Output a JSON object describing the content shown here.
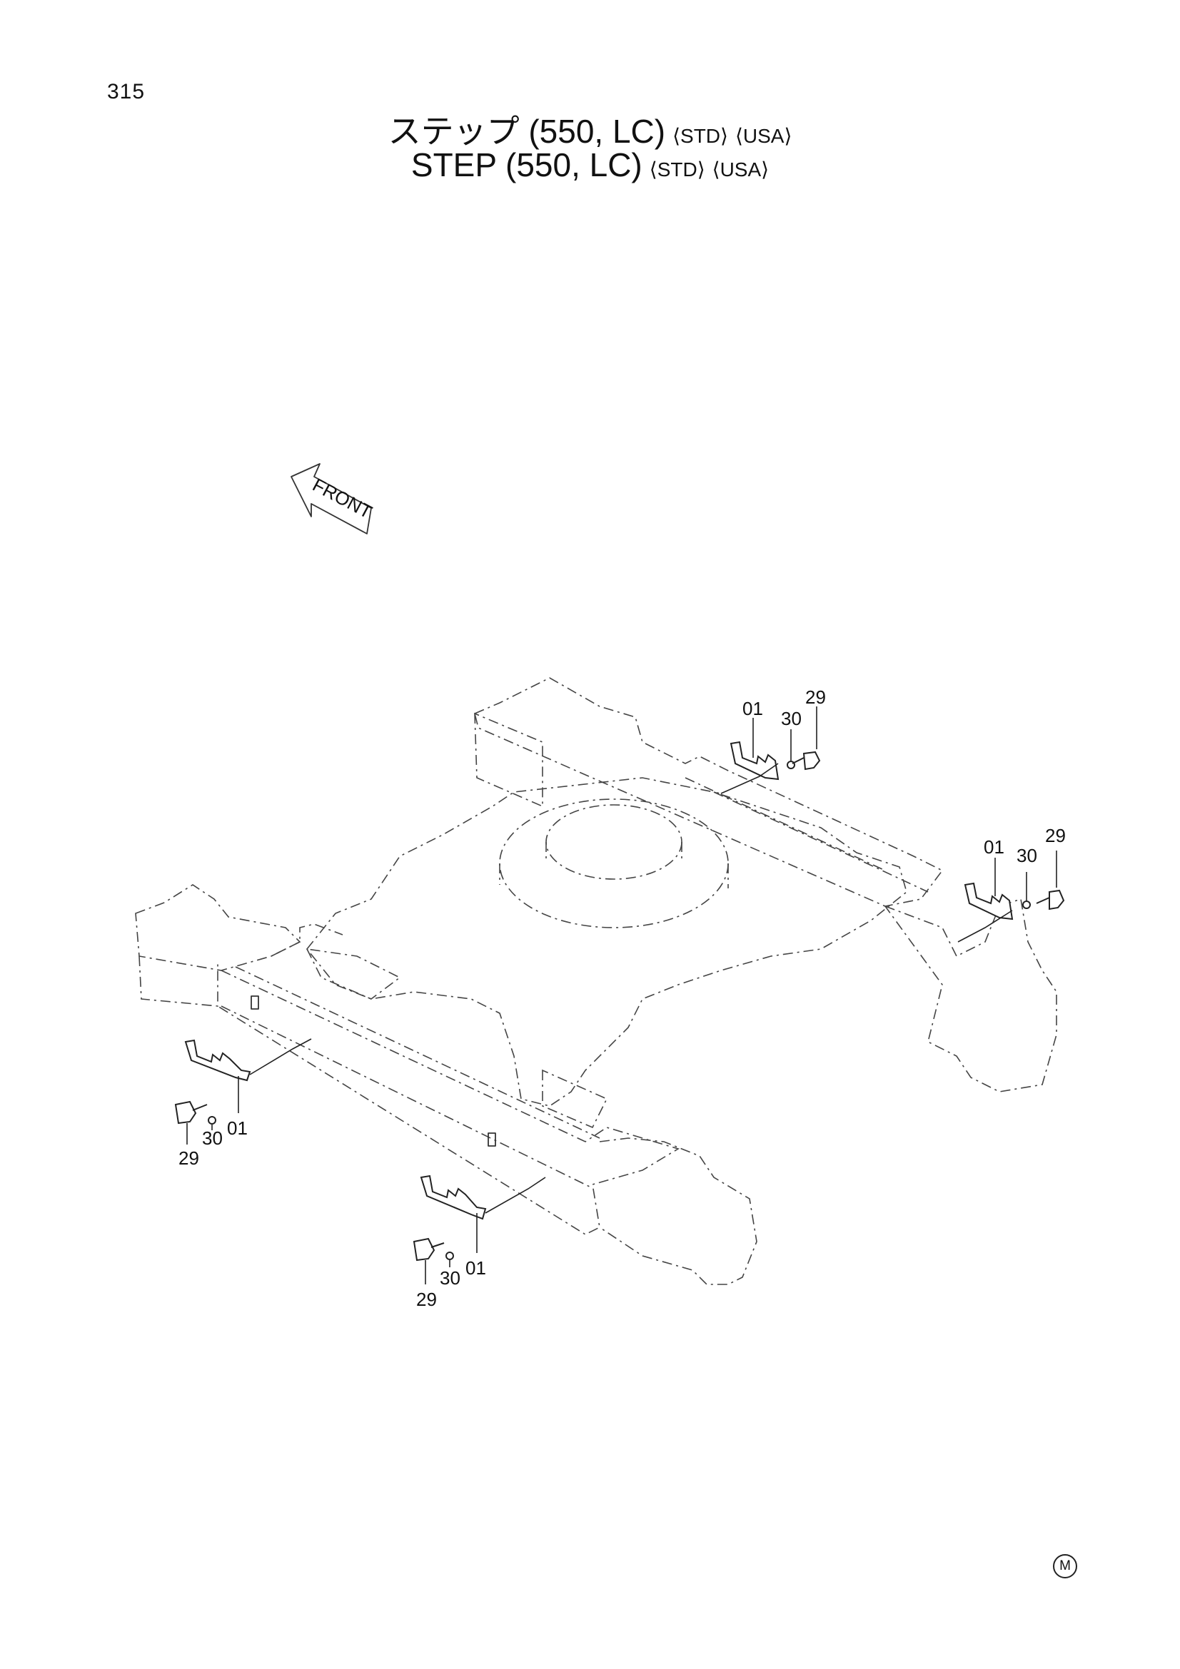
{
  "page": {
    "number": "315"
  },
  "title": {
    "jp": "ステップ (550, LC)",
    "en": "STEP  (550, LC)",
    "tags": [
      "STD",
      "USA"
    ]
  },
  "front_label": "FRONT",
  "marker": "M",
  "callouts": {
    "bracket": "01",
    "bolt": "29",
    "washer": "30"
  }
}
